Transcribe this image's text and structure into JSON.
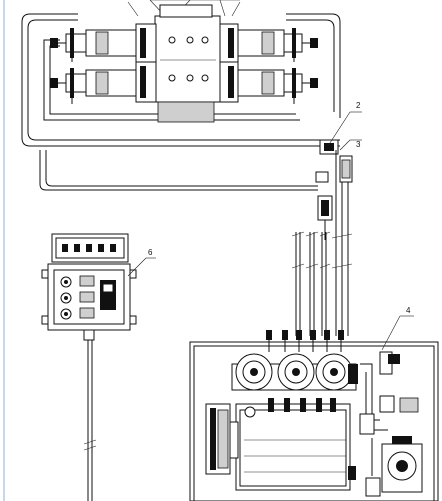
{
  "callouts": {
    "c2": "2",
    "c3": "3",
    "c4": "4",
    "c6": "6"
  },
  "colors": {
    "line": "#111111",
    "fill_gray": "#cfcfcf",
    "left_margin_line": "#8fb0d8"
  }
}
